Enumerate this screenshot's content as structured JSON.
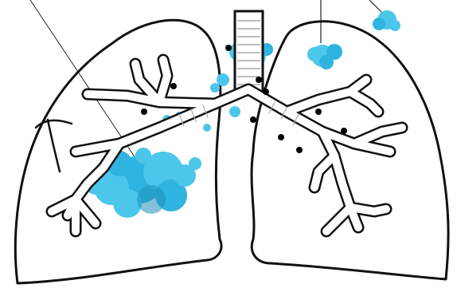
{
  "diagram": {
    "subject": "lungs",
    "lobes": [
      "right-lung",
      "left-lung"
    ],
    "colors": {
      "outline": "#111111",
      "airway_fill": "#ffffff",
      "lesion_light": "#4cc6ea",
      "lesion_mid": "#2fb3e0",
      "lesion_dark": "#1e8fba",
      "node": "#000000",
      "trachea_rings": "#a9a9a9"
    },
    "icons": [
      "leader-line",
      "lesion-cluster",
      "lymph-node-dot"
    ]
  }
}
